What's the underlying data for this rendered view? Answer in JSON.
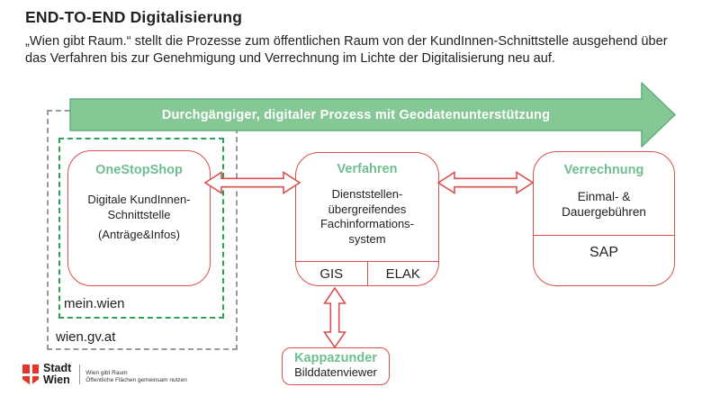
{
  "header": {
    "title": "END-TO-END Digitalisierung",
    "subtitle_line1": "„Wien gibt Raum.“ stellt die Prozesse zum öffentlichen Raum von der KundInnen-Schnittstelle ausgehend über",
    "subtitle_line2": "das Verfahren bis zur Genehmigung und Verrechnung im Lichte der Digitalisierung neu auf."
  },
  "process_arrow": {
    "label": "Durchgängiger, digitaler Prozess mit Geodatenunterstützung"
  },
  "zones": {
    "mein_wien_label": "mein.wien",
    "wien_gv_at_label": "wien.gv.at"
  },
  "boxes": {
    "onestopshop": {
      "title": "OneStopShop",
      "lines": [
        "Digitale KundInnen-",
        "Schnittstelle",
        "(Anträge&Infos)"
      ]
    },
    "verfahren": {
      "title": "Verfahren",
      "lines": [
        "Dienststellen-",
        "übergreifendes",
        "Fachinformations-",
        "system"
      ],
      "cells": [
        "GIS",
        "ELAK"
      ]
    },
    "verrechnung": {
      "title": "Verrechnung",
      "lines": [
        "Einmal- &",
        "Dauergebühren"
      ],
      "footer": "SAP"
    },
    "kappazunder": {
      "title": "Kappazunder",
      "subtitle": "Bilddatenviewer"
    }
  },
  "footer_logo": {
    "brand_line1": "Stadt",
    "brand_line2": "Wien",
    "tagline_line1": "Wien gibt Raum",
    "tagline_line2": "Öffentliche Flächen gemeinsam nutzen"
  },
  "colors": {
    "process_arrow_fill": "#85c795",
    "process_arrow_stroke": "#5fae7c",
    "green_dashed": "#2ba255",
    "gray_dashed": "#9a9a9a",
    "box_border_red": "#d9504d",
    "title_green": "#6fbe8f",
    "logo_red": "#e63329",
    "text_dark": "#222222"
  }
}
